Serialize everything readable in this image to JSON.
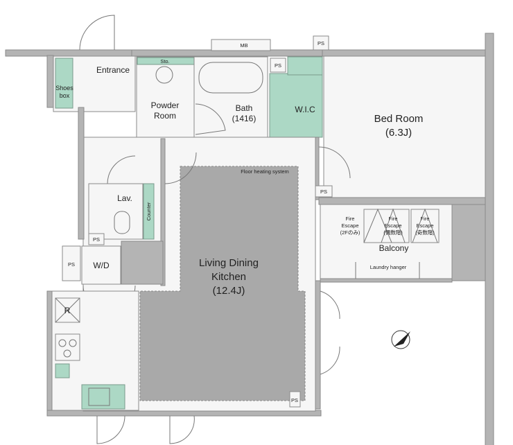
{
  "rooms": {
    "entrance": "Entrance",
    "shoes_box": [
      "Shoes",
      "box"
    ],
    "storage": "Sto.",
    "powder_room": [
      "Powder",
      "Room"
    ],
    "bath": [
      "Bath",
      "(1416)"
    ],
    "wic": "W.I.C",
    "bedroom": [
      "Bed Room",
      "(6.3J)"
    ],
    "ldk": [
      "Living Dining",
      "Kitchen",
      "(12.4J)"
    ],
    "floor_heating": "Floor heating system",
    "lavatory": "Lav.",
    "counter": "Counter",
    "washer_dryer": "W/D",
    "refrigerator": "R",
    "balcony": "Balcony",
    "laundry_hanger": "Laundry hanger",
    "fire_escape_1": [
      "Fire",
      "Escape",
      "(2Fのみ)"
    ],
    "fire_escape_2": [
      "Fire",
      "Escape",
      "(偶数階)"
    ],
    "fire_escape_3": [
      "Fire",
      "Escape",
      "(奇数階)"
    ],
    "meter_box": "MB",
    "pipe_space": "PS"
  },
  "colors": {
    "wall": "#b4b4b4",
    "fixture": "#acd8c5",
    "ldk": "#a9a9a9"
  }
}
